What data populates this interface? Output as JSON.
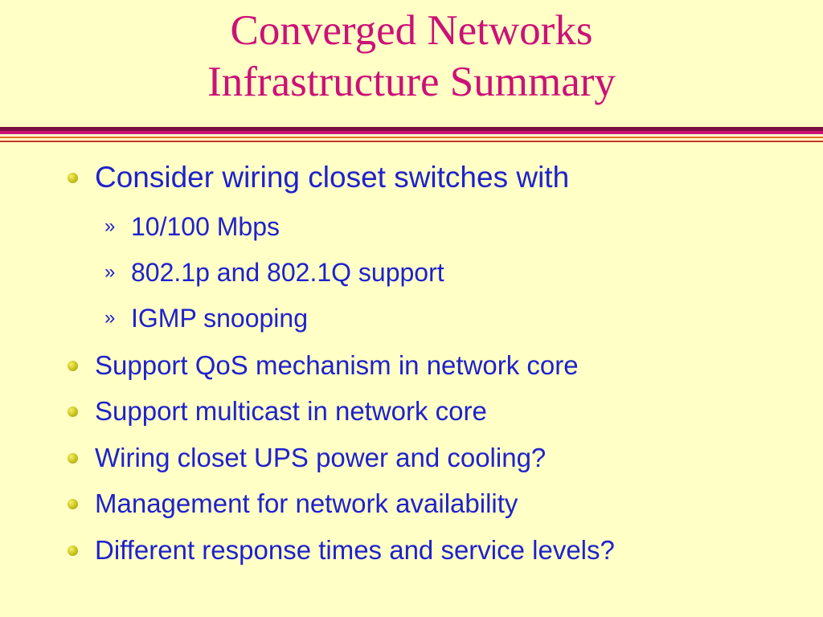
{
  "slide": {
    "title_line1": "Converged Networks",
    "title_line2": "Infrastructure Summary",
    "bullets": [
      {
        "text": "Consider wiring closet switches with",
        "level": 1
      },
      {
        "text": "10/100 Mbps",
        "level": 2,
        "marker": "»"
      },
      {
        "text": "802.1p and 802.1Q support",
        "level": 2,
        "marker": "»"
      },
      {
        "text": "IGMP snooping",
        "level": 2,
        "marker": "»"
      },
      {
        "text": "Support QoS mechanism in network core",
        "level": 1
      },
      {
        "text": "Support multicast in network core",
        "level": 1
      },
      {
        "text": "Wiring closet UPS power and cooling?",
        "level": 1
      },
      {
        "text": "Management for network availability",
        "level": 1
      },
      {
        "text": "Different response times and service levels?",
        "level": 1
      }
    ]
  },
  "colors": {
    "background": "#FFFFC6",
    "title": "#CC1177",
    "body_text": "#1E22CC",
    "bullet_dot": "#C8C020",
    "rule_dark": "#7A1040",
    "rule_magenta": "#CC1177",
    "rule_orange": "#E66A2C"
  }
}
